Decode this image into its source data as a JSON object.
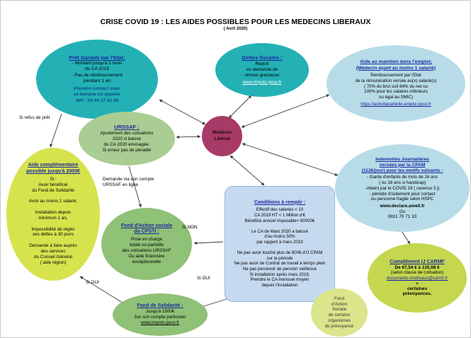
{
  "title": "CRISE COVID 19 : LES AIDES POSSIBLES POUR LES MEDECINS LIBERAUX",
  "subtitle": "( Avril 2020)",
  "center": {
    "label": "Médecin\nLibéral"
  },
  "nodes": {
    "pret_garanti": {
      "heading": "Prêt Garanti par l'Etat:",
      "bullets": "- Montant jusqu'à 3 mois\ndu CA 2019\n- Pas de remboursement\npendant 1 an",
      "action": "Prendre contact avec\nsa banque ou appeler\nBPI : 09 69 37 02 40"
    },
    "dettes_fiscales": {
      "heading": "Dettes fiscales :",
      "body": "Report\nou demande de\nremise gracieuse",
      "link": "www.impots.gouv.fr"
    },
    "aide_maintien": {
      "heading": "Aide au maintien dans l'emploi;\n(Médecin ayant au moins 1 salarié)",
      "body": "Remboursement par l'Etat\nde la rémunération versée au(x) salarié(s)\n( 70% du brut soit 84% du net ou\n100% pour les salaires inférieurs\nou égal au SMIC)",
      "link": "https://activitepartielle.emploi.gouv.fr"
    },
    "urssaf": {
      "heading": "URSSAF :",
      "body": "Ajustement des cotisations\n2020 si baisse\ndu CA 2020 envisagée.\nSi erreur pas de pénalité"
    },
    "indemnites_cpam": {
      "heading": "Indemnités Journalières\nversées par la CPAM\n(112€/jour) pour les motifs suivants :",
      "body": "- Garde d'enfants de mois de 16 ans\n( ou 18 ans si handicap)\n-Atteint par le COVID 19 ( carence 3 j)\n- période d'isolement pour contact\nou personne fragile selon HSPC",
      "link": "www.declare.ameli.fr",
      "ou": "Ou",
      "phone": "0811 70 71 33"
    },
    "aide_complementaire": {
      "heading": "Aide complémentaire\npossible jusqu'à 2000€",
      "body": "Si :\nAvoir bénéficié\ndu Fond de Solidarité\n\nAvoir au moins 1 salarié,\n\nInstallation depuis\nminimum 1 an,\n\nImpossibilité de régler\nses dettes à 30 jours\n\nDemande à faire auprès\ndes services\ndu Conseil Général\n( aide région)"
    },
    "fond_action_cpsti": {
      "heading": "Fond d'Action sociale\ndu CPSTI :",
      "body": "Prise en charge\ntotale ou partielle\ndes cotisations URSSAF\nOu aide financière\nexceptionnelle"
    },
    "conditions": {
      "heading": "Conditions à remplir :",
      "body": "Effectif  des salariés < 10\nCA 2019 HT < 1 Million d'€\nBénéfice annuel imposable< 60000€\n\nLe CA de Mars 2020 a baissé\nd'au moins 50%\npar rapport à mars 2019\n\nNe pas avoir touché plus de 800€ d'IJ CPAM\nsur la période\nNe pas avoir de Contrat de travail à temps plein\nNe pas percevoir de pension vieillesse\nSi installation après mars 2019,\nPrendre le CA mensuel moyen\ndepuis l'installation"
    },
    "fond_solidarite": {
      "heading": "Fond de Solidarité :",
      "body": "Jusqu'à 1500€\nSur son compte particulier",
      "link": "www.impots.gouv.fr"
    },
    "fond_action_organismes": {
      "body": "Fond\nd'Action\nSociale\nde certains\norganismes\nde prévoyance"
    },
    "complement_carmf": {
      "heading": "Complément IJ CARMF",
      "line1": "De 67,54 € à 135,08 €",
      "line2": "(selon classe de cotisation)",
      "email": "documents-medicaux@carmf.fr",
      "plus": "+",
      "strong": "certaines\nprévoyances."
    }
  },
  "edges": {
    "si_refus_pret": "Si refus de prêt",
    "demande_urssaf": "Demande via son compte\nURSSAF en ligne",
    "si_non": "Si NON",
    "si_oui_right": "Si OUI",
    "si_oui_left": "Si OUI"
  },
  "colors": {
    "teal": "#23b1b6",
    "pale_cyan": "#b7dce8",
    "sage": "#a9cd92",
    "green": "#8fc176",
    "magenta": "#a73a66",
    "chartreuse": "#d7e34d",
    "pale_blue": "#c6daef",
    "pale_lime": "#dbe58c",
    "lime": "#c4d74f",
    "heading_blue": "#1b2a9e",
    "action_blue": "#0a4f86"
  }
}
